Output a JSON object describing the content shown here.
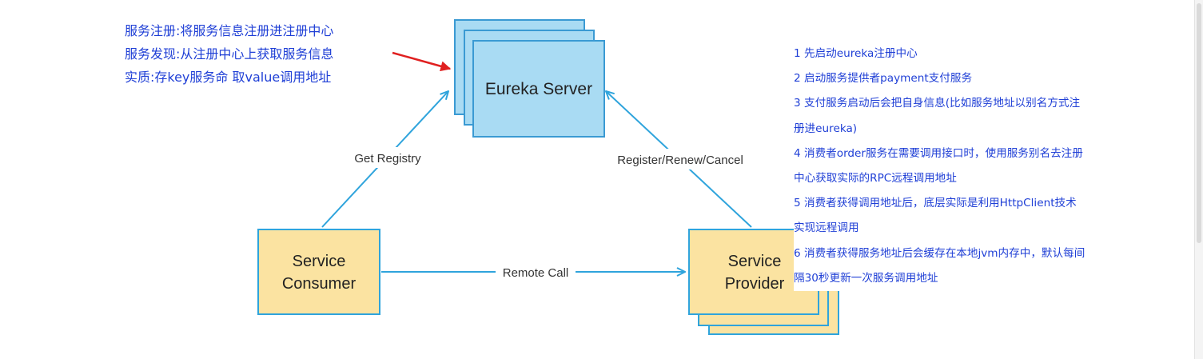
{
  "nodes": {
    "eureka_server": "Eureka Server",
    "consumer": [
      "Service",
      "Consumer"
    ],
    "provider": [
      "Service",
      "Provider"
    ]
  },
  "edges": {
    "get_registry": "Get Registry",
    "register": "Register/Renew/Cancel",
    "remote_call": "Remote Call"
  },
  "left_notes": [
    "服务注册:将服务信息注册进注册中心",
    "服务发现:从注册中心上获取服务信息",
    "实质:存key服务命 取value调用地址"
  ],
  "right_notes": [
    "1 先启动eureka注册中心",
    "2 启动服务提供者payment支付服务",
    "3 支付服务启动后会把自身信息(比如服务地址以别名方式注",
    "册进eureka)",
    "4 消费者order服务在需要调用接口时，使用服务别名去注册",
    "中心获取实际的RPC远程调用地址",
    "5 消费者获得调用地址后，底层实际是利用HttpClient技术",
    "实现远程调用",
    "6 消费者获得服务地址后会缓存在本地jvm内存中，默认每间",
    "隔30秒更新一次服务调用地址"
  ],
  "colors": {
    "server_fill": "#a9dbf3",
    "server_border": "#3a9ad3",
    "service_fill": "#fbe3a1",
    "service_border": "#2fa4dc",
    "arrow": "#2fa4dc",
    "pointer_arrow": "#e02020",
    "note_text": "#1f3fd6"
  }
}
